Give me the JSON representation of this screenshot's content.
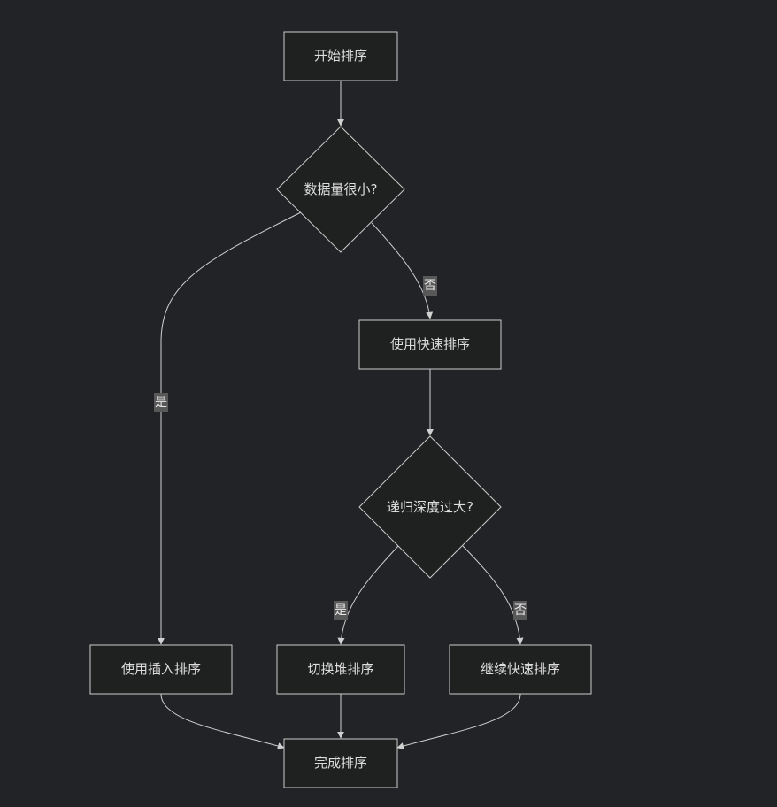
{
  "flowchart": {
    "nodes": {
      "start": "开始排序",
      "check_small": "数据量很小?",
      "quick_sort": "使用快速排序",
      "check_depth": "递归深度过大?",
      "insertion_sort": "使用插入排序",
      "heap_sort": "切换堆排序",
      "continue_quick": "继续快速排序",
      "done": "完成排序"
    },
    "edges": {
      "small_yes": "是",
      "small_no": "否",
      "depth_yes": "是",
      "depth_no": "否"
    }
  }
}
